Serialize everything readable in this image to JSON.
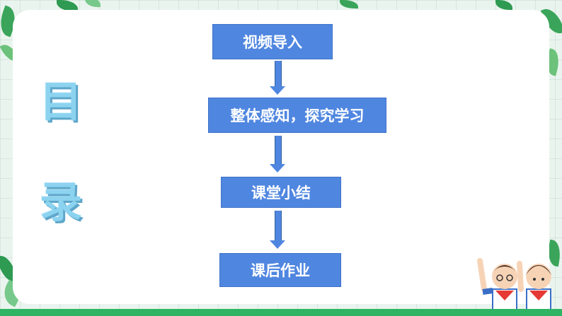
{
  "toc": {
    "title_char_1": "目",
    "title_char_2": "录"
  },
  "flow": {
    "steps": [
      {
        "label": "视频导入"
      },
      {
        "label": "整体感知，探究学习"
      },
      {
        "label": "课堂小结"
      },
      {
        "label": "课后作业"
      }
    ]
  },
  "colors": {
    "box": "#4f86e0",
    "title": "#8cd3f0",
    "accent_green": "#2fb463"
  },
  "decor": {
    "icons": [
      "leaf-icon",
      "children-illustration"
    ]
  }
}
